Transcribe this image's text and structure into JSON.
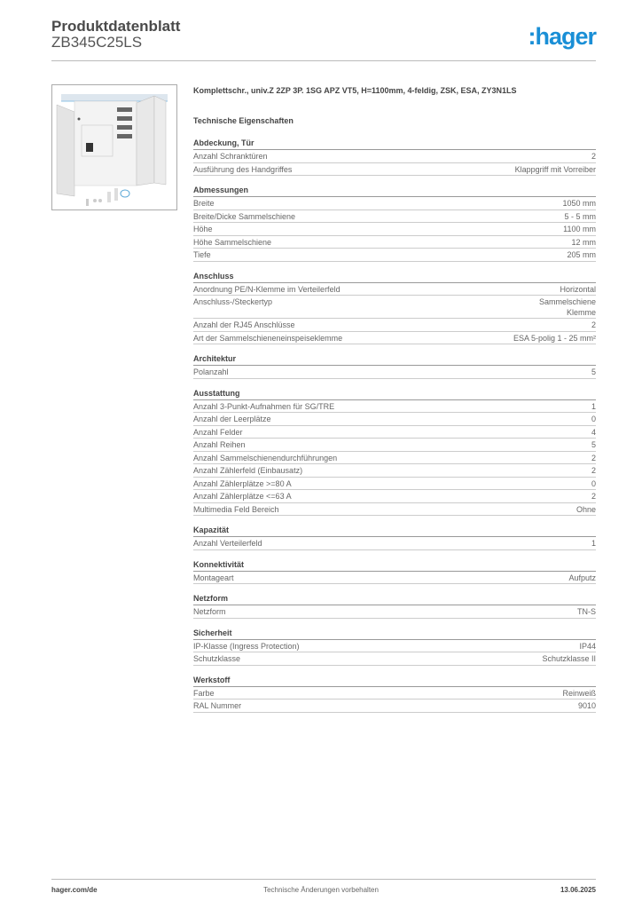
{
  "header": {
    "title": "Produktdatenblatt",
    "article": "ZB345C25LS",
    "logo": ":hager",
    "logo_color": "#1a8fd6"
  },
  "product": {
    "description": "Komplettschr., univ.Z 2ZP 3P. 1SG APZ VT5, H=1100mm, 4-feldig, ZSK, ESA, ZY3N1LS",
    "image": "distribution-cabinet-image"
  },
  "specs_title": "Technische Eigenschaften",
  "sections": [
    {
      "title": "Abdeckung, Tür",
      "rows": [
        {
          "label": "Anzahl Schranktüren",
          "value": "2"
        },
        {
          "label": "Ausführung des Handgriffes",
          "value": "Klappgriff mit Vorreiber"
        }
      ]
    },
    {
      "title": "Abmessungen",
      "rows": [
        {
          "label": "Breite",
          "value": "1050 mm"
        },
        {
          "label": "Breite/Dicke Sammelschiene",
          "value": "5 - 5 mm"
        },
        {
          "label": "Höhe",
          "value": "1100 mm"
        },
        {
          "label": "Höhe Sammelschiene",
          "value": "12 mm"
        },
        {
          "label": "Tiefe",
          "value": "205 mm"
        }
      ]
    },
    {
      "title": "Anschluss",
      "rows": [
        {
          "label": "Anordnung PE/N-Klemme im Verteilerfeld",
          "value": "Horizontal"
        },
        {
          "label": "Anschluss-/Steckertyp",
          "value": "Sammelschiene\nKlemme"
        },
        {
          "label": "Anzahl der RJ45 Anschlüsse",
          "value": "2"
        },
        {
          "label": "Art der Sammelschieneneinspeiseklemme",
          "value": "ESA 5-polig 1 - 25 mm²"
        }
      ]
    },
    {
      "title": "Architektur",
      "rows": [
        {
          "label": "Polanzahl",
          "value": "5"
        }
      ]
    },
    {
      "title": "Ausstattung",
      "rows": [
        {
          "label": "Anzahl 3-Punkt-Aufnahmen für SG/TRE",
          "value": "1"
        },
        {
          "label": "Anzahl der Leerplätze",
          "value": "0"
        },
        {
          "label": "Anzahl Felder",
          "value": "4"
        },
        {
          "label": "Anzahl Reihen",
          "value": "5"
        },
        {
          "label": "Anzahl Sammelschienendurchführungen",
          "value": "2"
        },
        {
          "label": "Anzahl Zählerfeld (Einbausatz)",
          "value": "2"
        },
        {
          "label": "Anzahl Zählerplätze >=80 A",
          "value": "0"
        },
        {
          "label": "Anzahl Zählerplätze <=63 A",
          "value": "2"
        },
        {
          "label": "Multimedia Feld Bereich",
          "value": "Ohne"
        }
      ]
    },
    {
      "title": "Kapazität",
      "rows": [
        {
          "label": "Anzahl Verteilerfeld",
          "value": "1"
        }
      ]
    },
    {
      "title": "Konnektivität",
      "rows": [
        {
          "label": "Montageart",
          "value": "Aufputz"
        }
      ]
    },
    {
      "title": "Netzform",
      "rows": [
        {
          "label": "Netzform",
          "value": "TN-S"
        }
      ]
    },
    {
      "title": "Sicherheit",
      "rows": [
        {
          "label": "IP-Klasse (Ingress Protection)",
          "value": "IP44"
        },
        {
          "label": "Schutzklasse",
          "value": "Schutzklasse II"
        }
      ]
    },
    {
      "title": "Werkstoff",
      "rows": [
        {
          "label": "Farbe",
          "value": "Reinweiß"
        },
        {
          "label": "RAL Nummer",
          "value": "9010"
        }
      ]
    }
  ],
  "footer": {
    "website": "hager.com/de",
    "notice": "Technische Änderungen vorbehalten",
    "date": "13.06.2025"
  }
}
